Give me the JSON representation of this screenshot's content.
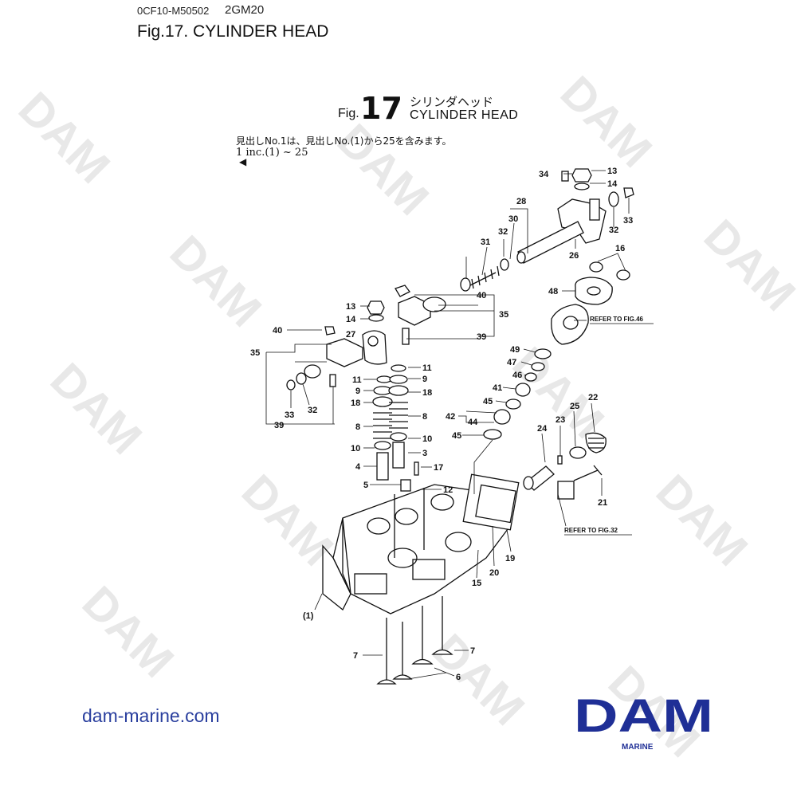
{
  "header": {
    "doc_code": "0CF10-M50502",
    "model": "2GM20",
    "title": "Fig.17.  CYLINDER HEAD"
  },
  "figure": {
    "word": "Fig.",
    "number": "17",
    "title_jp": "シリンダヘッド",
    "title_en": "CYLINDER HEAD",
    "note_jp": "見出しNo.1は、見出しNo.(1)から25を含みます。",
    "note_en": "1 inc.(1) ~ 25"
  },
  "references": {
    "ref46": "REFER TO FIG.46",
    "ref32": "REFER TO FIG.32"
  },
  "callouts": [
    "34",
    "13",
    "14",
    "33",
    "28",
    "30",
    "32",
    "31",
    "32",
    "26",
    "16",
    "48",
    "40",
    "13",
    "14",
    "35",
    "27",
    "39",
    "40",
    "35",
    "33",
    "32",
    "39",
    "49",
    "47",
    "46",
    "41",
    "45",
    "42",
    "44",
    "45",
    "11",
    "9",
    "18",
    "8",
    "10",
    "3",
    "17",
    "11",
    "9",
    "18",
    "8",
    "10",
    "4",
    "5",
    "12",
    "24",
    "23",
    "25",
    "22",
    "21",
    "19",
    "20",
    "15",
    "(1)",
    "7",
    "7",
    "6"
  ],
  "footer": {
    "website": "dam-marine.com",
    "logo_text": "DAM",
    "logo_sub": "MARINE"
  },
  "watermark": "DAM",
  "colors": {
    "logo": "#1f2f96",
    "website": "#2a3f9e",
    "watermark": "#e8e8e8"
  }
}
